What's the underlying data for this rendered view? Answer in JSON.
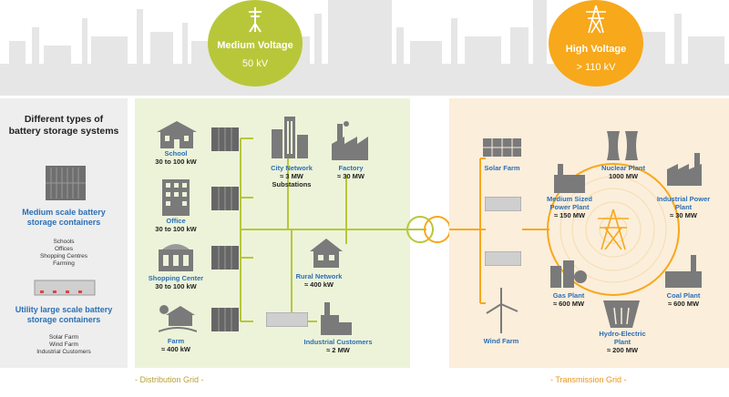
{
  "colors": {
    "distribution_bg": "#edf3d9",
    "transmission_bg": "#fbeedb",
    "medium_voltage": "#b8c73a",
    "high_voltage": "#f7a81b",
    "label_blue": "#2b6fb5",
    "icon_gray": "#7a7a7a",
    "skyline": "#e6e6e6"
  },
  "legend": {
    "title": "Different types of battery storage systems",
    "medium": {
      "title": "Medium scale battery storage containers",
      "items": [
        "Schools",
        "Offices",
        "Shopping Centres",
        "Farming"
      ]
    },
    "utility": {
      "title": "Utility large scale battery storage containers",
      "items": [
        "Solar Farm",
        "Wind Farm",
        "Industrial Customers"
      ]
    }
  },
  "medium_voltage": {
    "title": "Medium Voltage",
    "value": "50 kV",
    "icon": "power-pole-icon"
  },
  "high_voltage": {
    "title": "High Voltage",
    "value": "> 110 kV",
    "icon": "transmission-tower-icon"
  },
  "distribution": {
    "footer": "- Distribution Grid -",
    "nodes": {
      "school": {
        "name": "School",
        "value": "30 to 100 kW",
        "icon": "school-icon"
      },
      "office": {
        "name": "Office",
        "value": "30 to 100 kW",
        "icon": "office-icon"
      },
      "shopping": {
        "name": "Shopping Center",
        "value": "30 to 100 kW",
        "icon": "shopping-center-icon"
      },
      "farm": {
        "name": "Farm",
        "value": "≈ 400 kW",
        "icon": "farm-icon"
      },
      "city": {
        "name": "City Network",
        "value": "≈ 3 MW",
        "extra": "Substations",
        "icon": "city-icon"
      },
      "factory": {
        "name": "Factory",
        "value": "≈ 30 MW",
        "icon": "factory-icon"
      },
      "rural": {
        "name": "Rural Network",
        "value": "≈ 400 kW",
        "icon": "house-icon"
      },
      "industrial": {
        "name": "Industrial Customers",
        "value": "≈ 2 MW",
        "icon": "industrial-icon"
      }
    }
  },
  "transmission": {
    "footer": "- Transmission Grid -",
    "nodes": {
      "solar": {
        "name": "Solar Farm",
        "icon": "solar-panel-icon"
      },
      "wind": {
        "name": "Wind Farm",
        "icon": "wind-turbine-icon"
      },
      "nuclear": {
        "name": "Nuclear Plant",
        "value": "1000 MW",
        "icon": "nuclear-plant-icon"
      },
      "medium_plant": {
        "name": "Medium Sized Power Plant",
        "value": "≈ 150 MW",
        "icon": "power-plant-icon"
      },
      "industrial_plant": {
        "name": "Industrial Power Plant",
        "value": "≈ 30 MW",
        "icon": "industrial-plant-icon"
      },
      "gas": {
        "name": "Gas Plant",
        "value": "≈ 600 MW",
        "icon": "gas-plant-icon"
      },
      "coal": {
        "name": "Coal Plant",
        "value": "≈ 600 MW",
        "icon": "coal-plant-icon"
      },
      "hydro": {
        "name": "Hydro-Electric Plant",
        "value": "≈ 200 MW",
        "icon": "hydro-plant-icon"
      }
    }
  }
}
